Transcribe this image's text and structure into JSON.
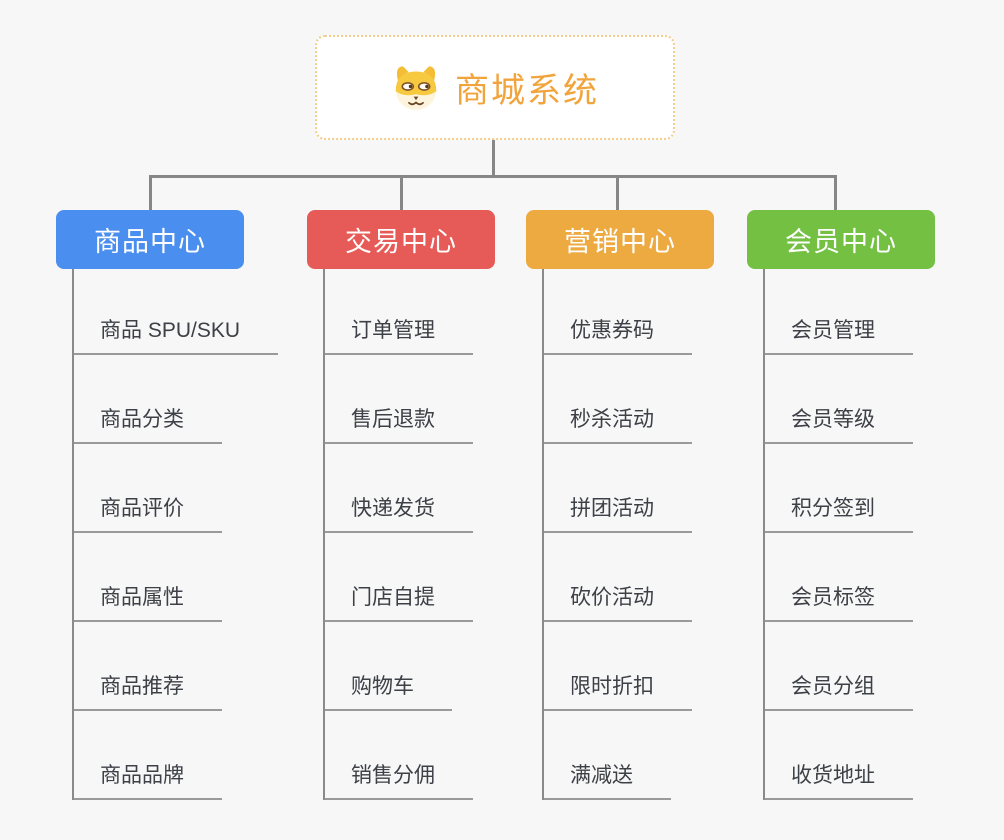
{
  "root": {
    "title": "商城系统",
    "icon": "dog-face-icon"
  },
  "branches": [
    {
      "label": "商品中心",
      "color": "#4a8ef0",
      "items": [
        "商品 SPU/SKU",
        "商品分类",
        "商品评价",
        "商品属性",
        "商品推荐",
        "商品品牌"
      ]
    },
    {
      "label": "交易中心",
      "color": "#e65b57",
      "items": [
        "订单管理",
        "售后退款",
        "快递发货",
        "门店自提",
        "购物车",
        "销售分佣"
      ]
    },
    {
      "label": "营销中心",
      "color": "#edaa41",
      "items": [
        "优惠券码",
        "秒杀活动",
        "拼团活动",
        "砍价活动",
        "限时折扣",
        "满减送"
      ]
    },
    {
      "label": "会员中心",
      "color": "#74c043",
      "items": [
        "会员管理",
        "会员等级",
        "积分签到",
        "会员标签",
        "会员分组",
        "收货地址"
      ]
    }
  ],
  "colors": {
    "background": "#f7f7f7",
    "connector": "#878787",
    "root_text": "#f2a43c",
    "root_border": "#f3cd8c",
    "item_text": "#3d4046",
    "item_underline": "#9a9a9a"
  }
}
